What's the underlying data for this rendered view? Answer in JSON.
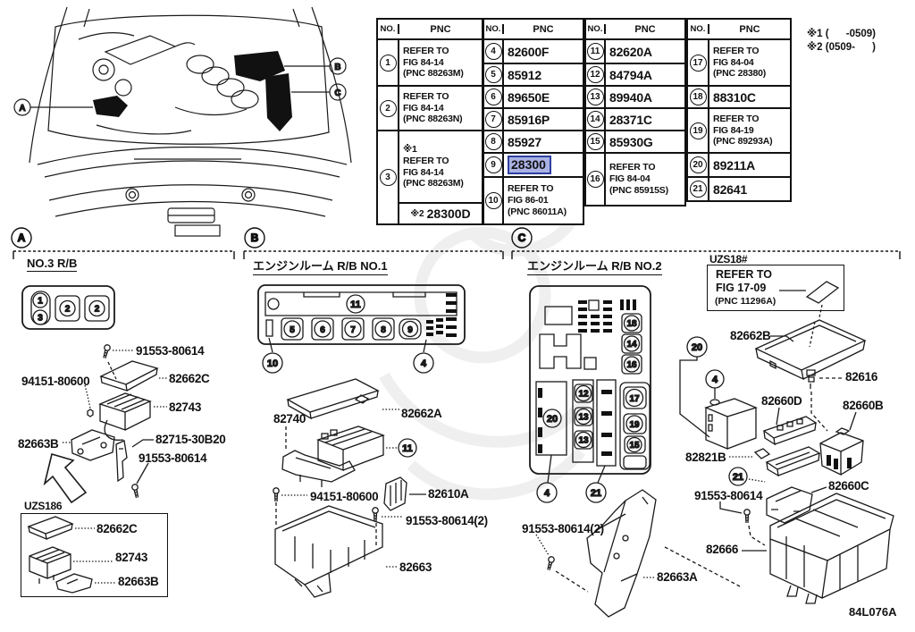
{
  "page": {
    "code": "84L076A",
    "note1": "※1 (      -0509)",
    "note2": "※2 (0509-      )"
  },
  "colors": {
    "highlight_bg": "#a9b2e4",
    "highlight_border": "#2e3f9f",
    "ink": "#111111"
  },
  "table": {
    "no_header": "NO.",
    "pnc_header": "PNC",
    "g1": {
      "r1_no": "1",
      "r1_pnc": "REFER TO\nFIG 84-14\n(PNC 88263M)",
      "r2_no": "2",
      "r2_pnc": "REFER TO\nFIG 84-14\n(PNC 88263N)",
      "r3_no": "3",
      "r3_pnc": "※1\nREFER TO\nFIG 84-14\n(PNC 88263M)",
      "r3_sub_prefix": "※2",
      "r3_sub_value": "28300D"
    },
    "g2": {
      "r4_no": "4",
      "r4_pnc": "82600F",
      "r5_no": "5",
      "r5_pnc": "85912",
      "r6_no": "6",
      "r6_pnc": "89650E",
      "r7_no": "7",
      "r7_pnc": "85916P",
      "r8_no": "8",
      "r8_pnc": "85927",
      "r9_no": "9",
      "r9_pnc": "28300",
      "r10_no": "10",
      "r10_pnc": "REFER TO\nFIG 86-01\n(PNC 86011A)"
    },
    "g3": {
      "r11_no": "11",
      "r11_pnc": "82620A",
      "r12_no": "12",
      "r12_pnc": "84794A",
      "r13_no": "13",
      "r13_pnc": "89940A",
      "r14_no": "14",
      "r14_pnc": "28371C",
      "r15_no": "15",
      "r15_pnc": "85930G",
      "r16_no": "16",
      "r16_pnc": "REFER TO\nFIG 84-04\n(PNC 85915S)"
    },
    "g4": {
      "r17_no": "17",
      "r17_pnc": "REFER TO\nFIG 84-04\n(PNC 28380)",
      "r18_no": "18",
      "r18_pnc": "88310C",
      "r19_no": "19",
      "r19_pnc": "REFER TO\nFIG 84-19\n(PNC 89293A)",
      "r20_no": "20",
      "r20_pnc": "89211A",
      "r21_no": "21",
      "r21_pnc": "82641"
    }
  },
  "engine": {
    "callout_a": "A",
    "callout_b": "B",
    "callout_c": "C"
  },
  "section_a": {
    "callout": "A",
    "title": "NO.3 R/B",
    "box": {
      "c1": "1",
      "c3": "3",
      "c2a": "2",
      "c2b": "2"
    },
    "labels": {
      "screw_top": "91553-80614",
      "p94151": "94151-80600",
      "p82662c": "82662C",
      "p82743": "82743",
      "p82663b": "82663B",
      "p82715": "82715-30B20",
      "screw_bottom": "91553-80614"
    },
    "inset": {
      "title": "UZS186",
      "p82662c": "82662C",
      "p82743": "82743",
      "p82663b": "82663B"
    }
  },
  "section_b": {
    "callout": "B",
    "title": "エンジンルーム R/B NO.1",
    "box": {
      "c11": "11",
      "c5": "5",
      "c6": "6",
      "c7": "7",
      "c8": "8",
      "c9": "9",
      "c10": "10",
      "c4": "4"
    },
    "labels": {
      "p82740": "82740",
      "p82662a": "82662A",
      "c11": "11",
      "p82610a": "82610A",
      "p94151": "94151-80600",
      "p91553": "91553-80614(2)",
      "p82663": "82663"
    }
  },
  "section_c": {
    "callout": "C",
    "title": "エンジンルーム R/B NO.2",
    "box": {
      "c18": "18",
      "c14": "14",
      "c16": "16",
      "c12": "12",
      "c13a": "13",
      "c13b": "13",
      "c20": "20",
      "c17": "17",
      "c19": "19",
      "c15": "15",
      "c4": "4",
      "c21": "21"
    },
    "ref_box": {
      "title": "UZS18#",
      "line1": "REFER TO",
      "line2": "FIG 17-09",
      "line3": "(PNC 11296A)"
    },
    "labels": {
      "p82662b": "82662B",
      "c20": "20",
      "c4": "4",
      "p82616": "82616",
      "p82660d": "82660D",
      "p82660b": "82660B",
      "p82821b": "82821B",
      "c21": "21",
      "p82660c": "82660C",
      "p91553": "91553-80614",
      "p82666": "82666",
      "p82663a": "82663A",
      "p91553_2": "91553-80614(2)"
    }
  }
}
